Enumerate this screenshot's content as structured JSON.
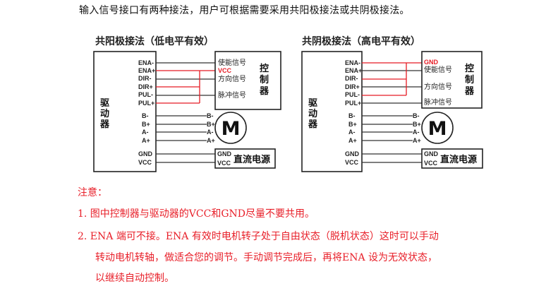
{
  "intro_text": "输入信号接口有两种接法，用户可根据需要采用共阳极接法或共阴极接法。",
  "colors": {
    "wire_black": "#333333",
    "wire_red": "#e51b24",
    "note_red": "#e8202a"
  },
  "diagrams": [
    {
      "title": "共阳极接法（低电平有效）",
      "driver_label": [
        "驱",
        "动",
        "器"
      ],
      "driver_pins": [
        "ENA-",
        "ENA+",
        "DIR-",
        "DIR+",
        "PUL-",
        "PUL+",
        "B-",
        "B+",
        "A-",
        "A+",
        "GND",
        "VCC"
      ],
      "controller_label": [
        "控",
        "制",
        "器"
      ],
      "controller_signals": [
        "使能信号",
        "VCC",
        "方向信号",
        "脉冲信号"
      ],
      "common_signal": "VCC",
      "motor_pins": [
        "B-",
        "B+",
        "A-",
        "A+"
      ],
      "motor_label": "M",
      "power_pins": [
        "GND",
        "VCC"
      ],
      "power_label": "直流电源"
    },
    {
      "title": "共阴极接法（高电平有效）",
      "driver_label": [
        "驱",
        "动",
        "器"
      ],
      "driver_pins": [
        "ENA-",
        "ENA+",
        "DIR-",
        "DIR+",
        "PUL-",
        "PUL+",
        "B-",
        "B+",
        "A-",
        "A+",
        "GND",
        "VCC"
      ],
      "controller_label": [
        "控",
        "制",
        "器"
      ],
      "controller_signals": [
        "GND",
        "使能信号",
        "方向信号",
        "脉冲信号"
      ],
      "common_signal": "GND",
      "motor_pins": [
        "B-",
        "B+",
        "A-",
        "A+"
      ],
      "motor_label": "M",
      "power_pins": [
        "GND",
        "VCC"
      ],
      "power_label": "直流电源"
    }
  ],
  "notes": {
    "heading": "注意：",
    "items": [
      "1. 图中控制器与驱动器的VCC和GND尽量不要共用。",
      "2. ENA 端可不接。ENA 有效时电机转子处于自由状态（脱机状态）这时可以手动",
      "转动电机转轴，做适合您的调节。手动调节完成后，再将ENA 设为无效状态，",
      "以继续自动控制。"
    ]
  }
}
